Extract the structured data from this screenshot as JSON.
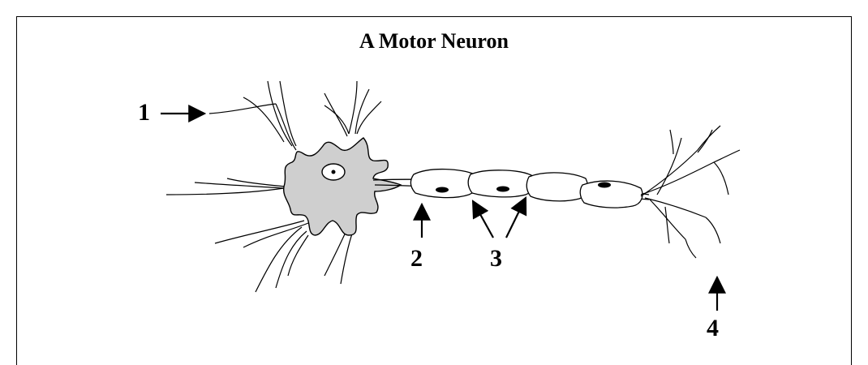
{
  "title": "A Motor Neuron",
  "labels": {
    "dendrite": "1",
    "axon": "2",
    "myelin_sheath": "3",
    "axon_terminal": "4"
  },
  "colors": {
    "cell_body_fill": "#cfcfcf",
    "line": "#000000"
  }
}
